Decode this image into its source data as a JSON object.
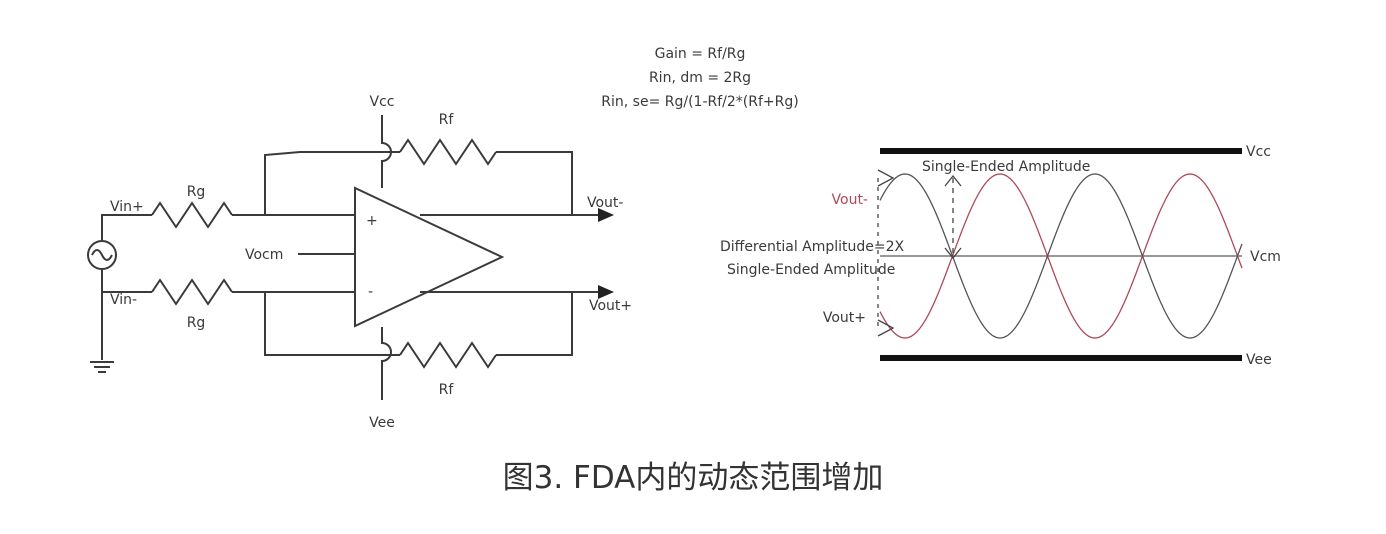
{
  "formulas": {
    "gain": "Gain = Rf/Rg",
    "rin_dm": "Rin, dm = 2Rg",
    "rin_se": "Rin, se= Rg/(1-Rf/2*(Rf+Rg)"
  },
  "circuit": {
    "vcc": "Vcc",
    "vee": "Vee",
    "rf_top": "Rf",
    "rf_bottom": "Rf",
    "rg_top": "Rg",
    "rg_bottom": "Rg",
    "vin_plus": "Vin+",
    "vin_minus": "Vin-",
    "vocm": "Vocm",
    "plus_input": "+",
    "minus_input": "-",
    "vout_minus": "Vout-",
    "vout_plus": "Vout+"
  },
  "waveform": {
    "vcc": "Vcc",
    "vee": "Vee",
    "vcm": "Vcm",
    "vout_minus": "Vout-",
    "vout_plus": "Vout+",
    "single_ended_amplitude": "Single-Ended Amplitude",
    "differential_line1": "Differential Amplitude=2X",
    "differential_line2": "Single-Ended Amplitude"
  },
  "colors": {
    "wire": "#3a3a3a",
    "vout_minus_trace": "#b0485a",
    "vout_plus_trace": "#555555"
  },
  "caption": "图3. FDA内的动态范围增加"
}
